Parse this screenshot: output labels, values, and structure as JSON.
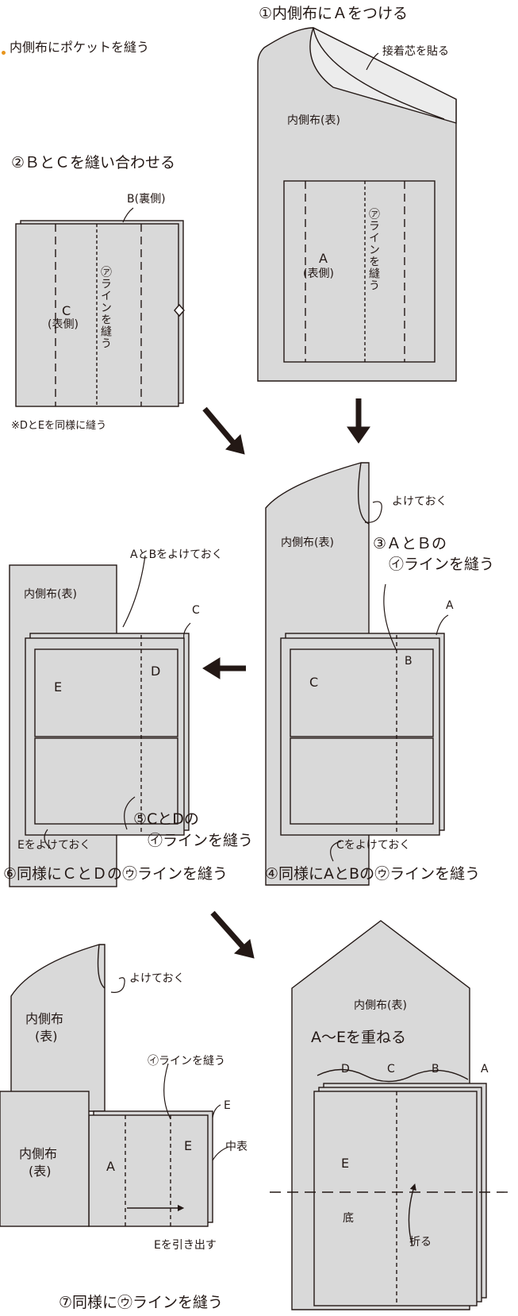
{
  "colors": {
    "fabric": "#d9d9d9",
    "stroke": "#231815",
    "accent": "#e8951d",
    "background": "#ffffff"
  },
  "header": {
    "section_title": "内側布にポケットを縫う"
  },
  "steps": {
    "s1": "①内側布にＡをつける",
    "s2": "②ＢとＣを縫い合わせる",
    "s3a": "③ＡとＢの",
    "s3b": "㋑ラインを縫う",
    "s4": "④同様にAとBの㋒ラインを縫う",
    "s5a": "⑤CとDの",
    "s5b": "㋑ラインを縫う",
    "s6": "⑥同様にＣとＤの㋒ラインを縫う",
    "s7": "⑦同様に㋒ラインを縫う"
  },
  "labels": {
    "interfacing": "接着芯を貼る",
    "inner_front": "内側布(表)",
    "inner_front_l1": "内側布",
    "inner_front_l2": "(表)",
    "a": "A",
    "a_front": "(表側)",
    "sew_a_line": "㋐ラインを縫う",
    "b_back": "B(裏側)",
    "c": "C",
    "c_front": "(表側)",
    "note_de": "※DとEを同様に縫う",
    "keep_aside": "よけておく",
    "a_and_b_aside": "AとBをよけておく",
    "letter_a": "A",
    "letter_b": "B",
    "letter_c": "C",
    "letter_d": "D",
    "letter_e": "E",
    "c_aside": "Cをよけておく",
    "e_aside": "Eをよけておく",
    "sew_i_line": "㋑ラインを縫う",
    "middle_front": "中表",
    "pull_e": "Eを引き出す",
    "stack_ae": "A～Eを重ねる",
    "bottom": "底",
    "fold": "折る"
  }
}
